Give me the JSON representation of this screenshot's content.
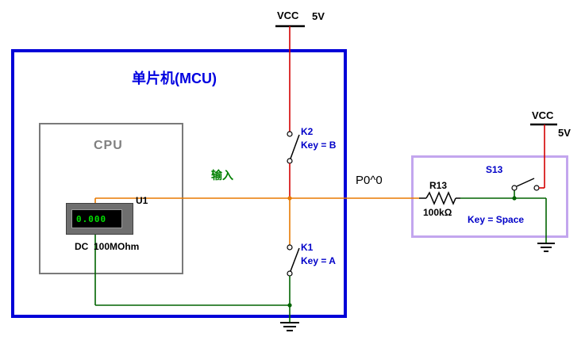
{
  "power_top": {
    "label": "VCC",
    "voltage": "5V"
  },
  "power_right": {
    "label": "VCC",
    "voltage": "5V"
  },
  "mcu": {
    "title": "单片机(MCU)"
  },
  "cpu": {
    "title": "CPU"
  },
  "meter": {
    "ref": "U1",
    "reading": "0.000",
    "mode": "DC  100MOhm"
  },
  "net_labels": {
    "input": "输入",
    "pin": "P0^0"
  },
  "switches": {
    "k2": {
      "ref": "K2",
      "key": "Key = B"
    },
    "k1": {
      "ref": "K1",
      "key": "Key = A"
    },
    "s13": {
      "ref": "S13",
      "key": "Key = Space"
    }
  },
  "resistor": {
    "ref": "R13",
    "value": "100kΩ"
  },
  "colors": {
    "wire_red": "#D40000",
    "wire_orange": "#E87A00",
    "wire_green": "#006400",
    "mcu_border": "#0000D8",
    "keypad_border": "#C3A6EE",
    "cpu_border": "#7A7A7A",
    "component_label": "#0000C8",
    "input_label": "#008000",
    "display_text": "#00E000"
  }
}
